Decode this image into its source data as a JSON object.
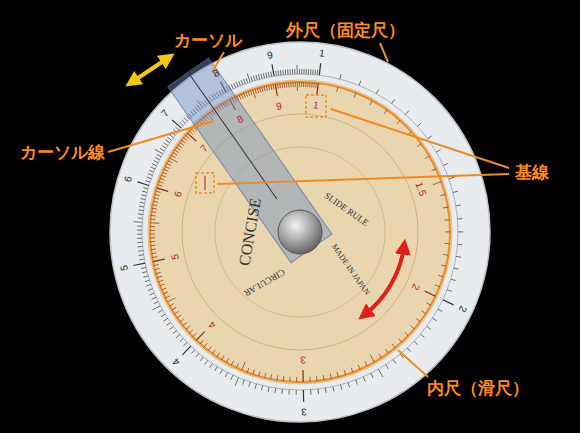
{
  "diagram": {
    "labels": [
      "カーソル",
      "外尺（固定尺）",
      "カーソル線",
      "基線",
      "内尺（滑尺）",
      "CONCISE",
      "SLIDE RULE",
      "CIRCULAR",
      "MADE IN JAPAN",
      "1",
      "2",
      "3",
      "4",
      "5",
      "6",
      "7",
      "8",
      "9",
      "1",
      "1.5",
      "2",
      "3",
      "4",
      "5",
      "6",
      "7",
      "8",
      "9"
    ]
  }
}
